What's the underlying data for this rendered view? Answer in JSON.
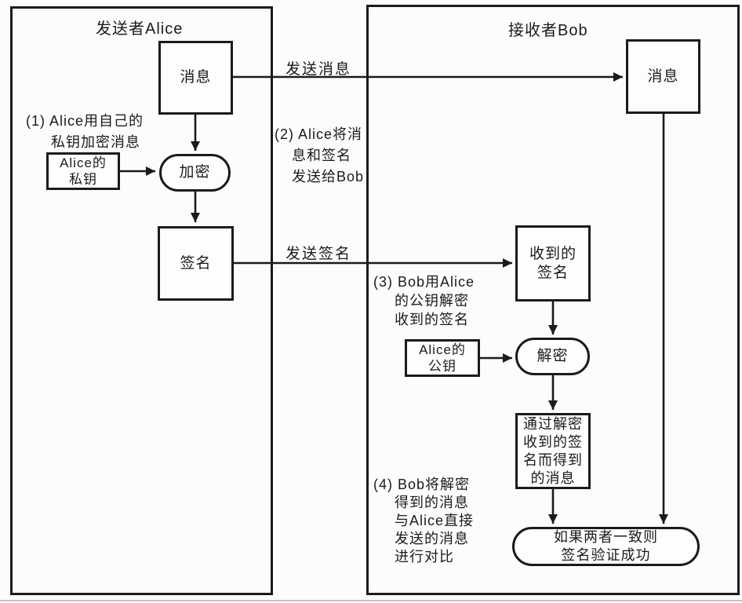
{
  "sender": {
    "title": "发送者Alice",
    "note1": {
      "lines": [
        "(1) Alice用自己的",
        "私钥加密消息"
      ]
    },
    "message_label": "消息",
    "private_key": {
      "lines": [
        "Alice的",
        "私钥"
      ]
    },
    "encrypt_label": "加密",
    "signature_label": "签名"
  },
  "receiver": {
    "title": "接收者Bob",
    "message_label": "消息",
    "received_signature": {
      "lines": [
        "收到的",
        "签名"
      ]
    },
    "note3": {
      "lines": [
        "(3) Bob用Alice",
        "的公钥解密",
        "收到的签名"
      ]
    },
    "public_key": {
      "lines": [
        "Alice的",
        "公钥"
      ]
    },
    "decrypt_label": "解密",
    "derived_message": {
      "lines": [
        "通过解密",
        "收到的签",
        "名而得到",
        "的消息"
      ]
    },
    "note4": {
      "lines": [
        "(4) Bob将解密",
        "得到的消息",
        "与Alice直接",
        "发送的消息",
        "进行对比"
      ]
    },
    "verify_result": {
      "lines": [
        "如果两者一致则",
        "签名验证成功"
      ]
    }
  },
  "flow_labels": {
    "send_message": "发送消息",
    "send_signature": "发送签名",
    "note2": {
      "lines": [
        "(2) Alice将消",
        "息和签名",
        "发送给Bob"
      ]
    }
  },
  "colors": {
    "stroke": "#1b1b1b",
    "background": "#fcfcfb",
    "scan_edge": "#bcc8d2"
  }
}
